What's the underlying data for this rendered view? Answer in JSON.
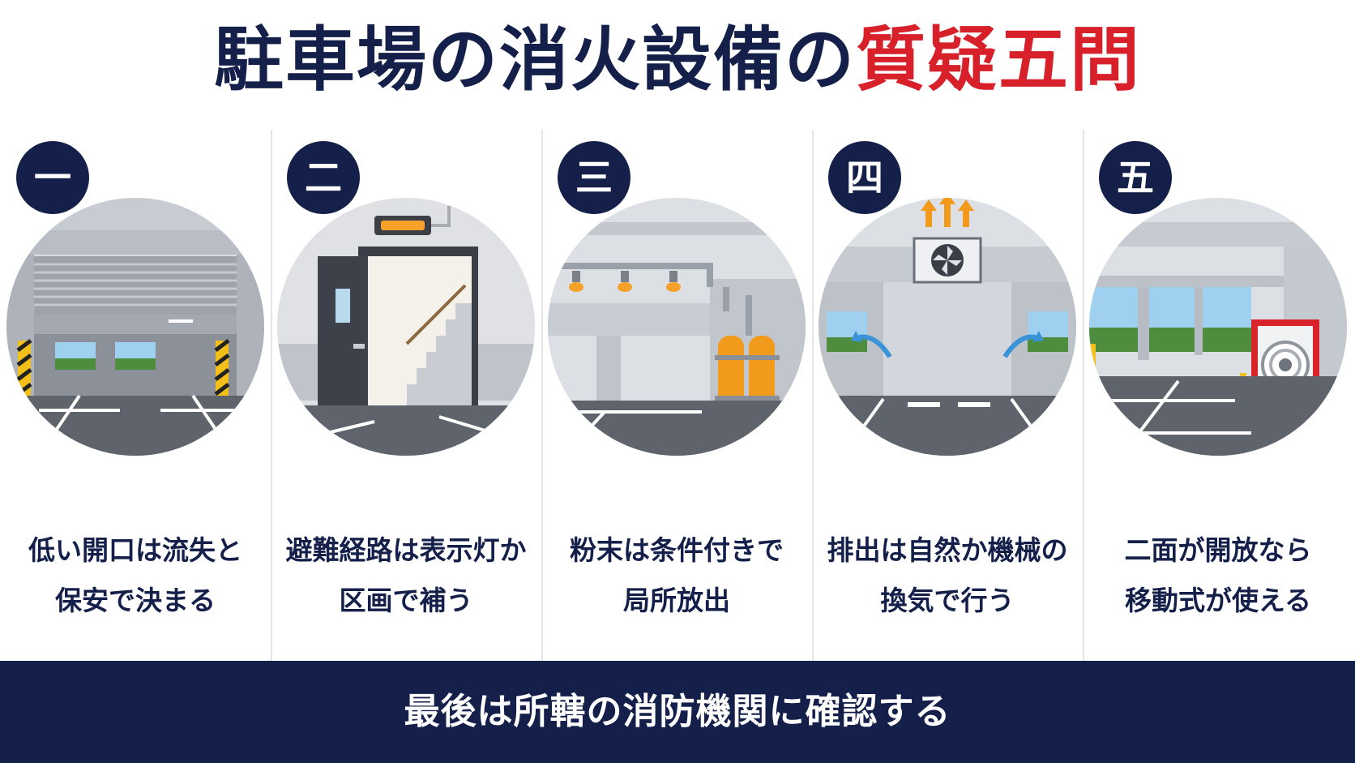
{
  "title": {
    "main": "駐車場の消火設備の",
    "accent": "質疑五問"
  },
  "colors": {
    "navy": "#14204a",
    "accent_red": "#d8202a",
    "background": "#ffffff",
    "orange": "#f19a1c"
  },
  "panels": [
    {
      "number": "一",
      "caption_line1": "低い開口は流失と",
      "caption_line2": "保安で決まる",
      "illustration": "garage-shutter-opening"
    },
    {
      "number": "二",
      "caption_line1": "避難経路は表示灯か",
      "caption_line2": "区画で補う",
      "illustration": "emergency-exit-stairs"
    },
    {
      "number": "三",
      "caption_line1": "粉末は条件付きで",
      "caption_line2": "局所放出",
      "illustration": "powder-extinguishing-system"
    },
    {
      "number": "四",
      "caption_line1": "排出は自然か機械の",
      "caption_line2": "換気で行う",
      "illustration": "ventilation-exhaust-fan"
    },
    {
      "number": "五",
      "caption_line1": "二面が開放なら",
      "caption_line2": "移動式が使える",
      "illustration": "mobile-hose-reel-cabinet"
    }
  ],
  "footer": {
    "text": "最後は所轄の消防機関に確認する"
  }
}
